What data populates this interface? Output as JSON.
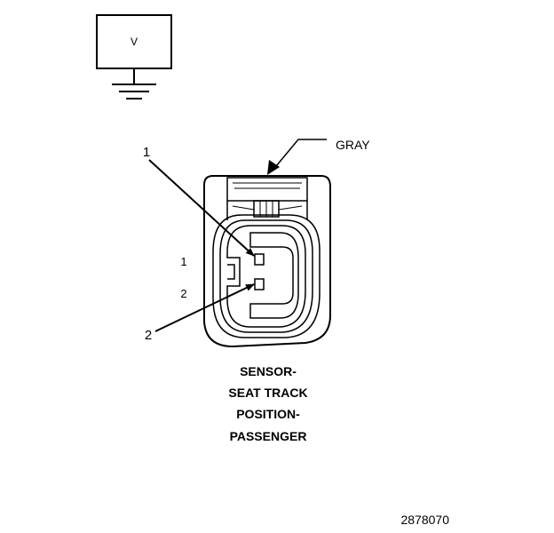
{
  "meter": {
    "label": "V"
  },
  "wire": {
    "color_label": "GRAY"
  },
  "pins": {
    "callout_1": "1",
    "callout_2": "2",
    "face_1": "1",
    "face_2": "2"
  },
  "component": {
    "name_lines": [
      "SENSOR-",
      "SEAT TRACK",
      "POSITION-",
      "PASSENGER"
    ]
  },
  "figure_id": "2878070"
}
